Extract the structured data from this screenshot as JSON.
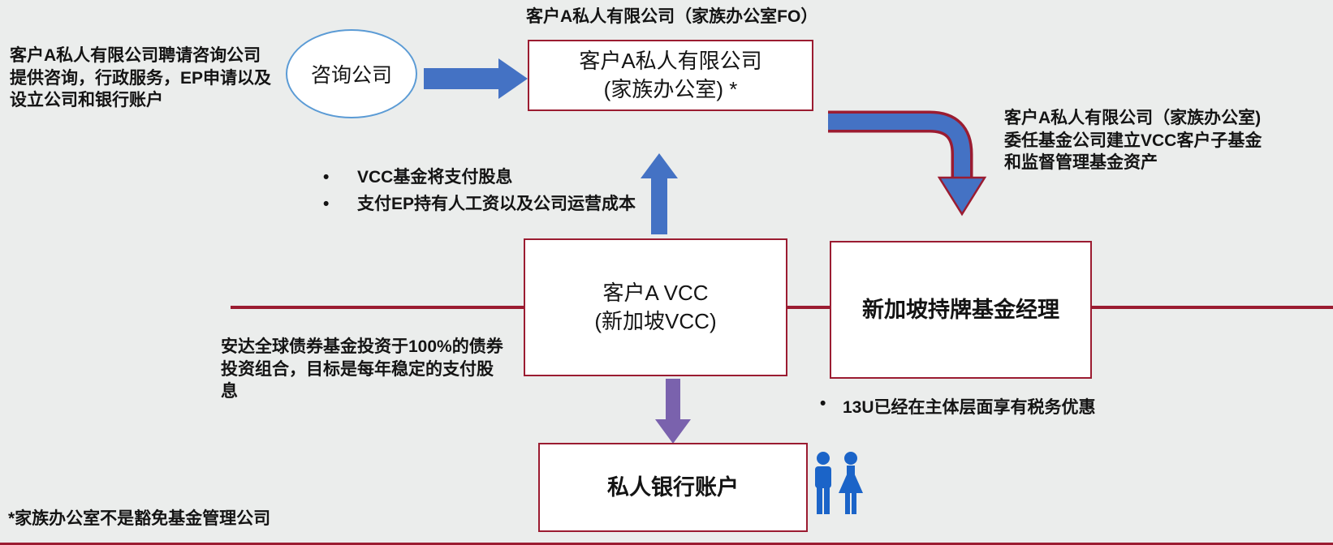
{
  "colors": {
    "background": "#ebedec",
    "box_border": "#9b1c31",
    "arrow_blue": "#4472c4",
    "arrow_purple": "#7a62ad",
    "ellipse_border": "#5b9bd5",
    "people_blue": "#1b64c8",
    "rule_maroon": "#9b1c31"
  },
  "notes": {
    "hire": "客户A私人有限公司聘请咨询公司提供咨询，行政服务，EP申请以及设立公司和银行账户",
    "fo_caption": "客户A私人有限公司（家族办公室FO）",
    "appoint": "客户A私人有限公司（家族办公室)委任基金公司建立VCC客户子基金和监督管理基金资产",
    "invest": "安达全球债券基金投资于100%的债券投资组合，目标是每年稳定的支付股息",
    "tax": "13U已经在主体层面享有税务优惠",
    "footnote": "*家族办公室不是豁免基金管理公司"
  },
  "bullets": [
    "VCC基金将支付股息",
    "支付EP持有人工资以及公司运营成本"
  ],
  "nodes": {
    "consulting": "咨询公司",
    "fo_line1": "客户A私人有限公司",
    "fo_line2": "(家族办公室) *",
    "vcc_line1": "客户A VCC",
    "vcc_line2": "(新加坡VCC)",
    "fund_manager": "新加坡持牌基金经理",
    "bank": "私人银行账户"
  }
}
